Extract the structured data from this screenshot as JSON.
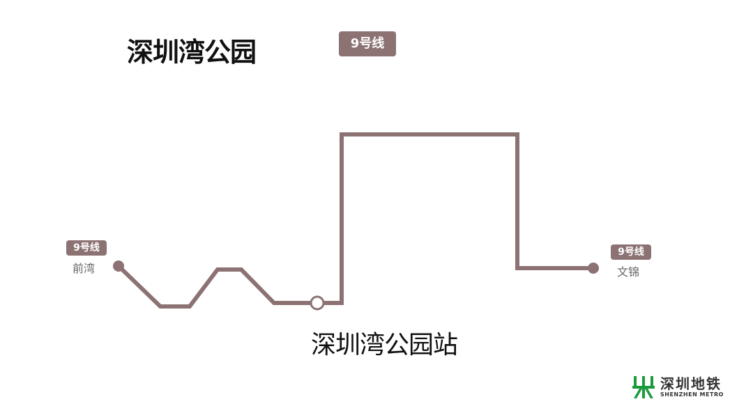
{
  "header": {
    "title": "深圳湾公园",
    "line_badge": "9号线",
    "line_color": "#8c7272"
  },
  "map": {
    "line_color": "#8c7272",
    "current_station": "深圳湾公园站",
    "terminals": [
      {
        "badge": "9号线",
        "name": "前湾",
        "side": "left"
      },
      {
        "badge": "9号线",
        "name": "文锦",
        "side": "right"
      }
    ]
  },
  "logo": {
    "icon": "shenzhen-metro-logo-icon",
    "name_cn": "深圳地铁",
    "name_en": "SHENZHEN METRO",
    "color": "#1a9a3c"
  }
}
